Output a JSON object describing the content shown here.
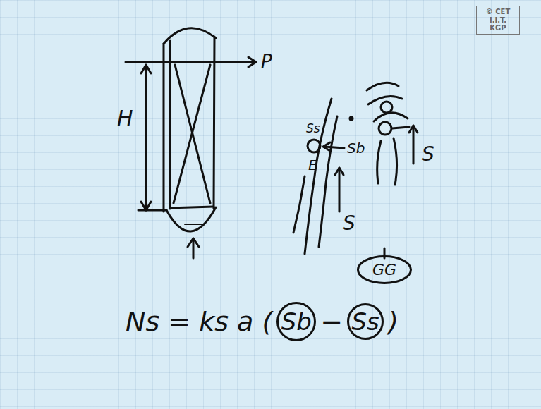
{
  "diagram": {
    "nodes": [
      {
        "text": [
          "© CET I.I.T. KGP"
        ]
      },
      {
        "text": [
          "GG"
        ]
      },
      {
        "text": [
          "Sb"
        ]
      },
      {
        "text": [
          "Ss"
        ]
      }
    ],
    "labels": [
      "H",
      "P",
      "Ss",
      "Sb",
      "E",
      "S",
      "S",
      "Ns = ks a (",
      "−",
      ")"
    ]
  }
}
